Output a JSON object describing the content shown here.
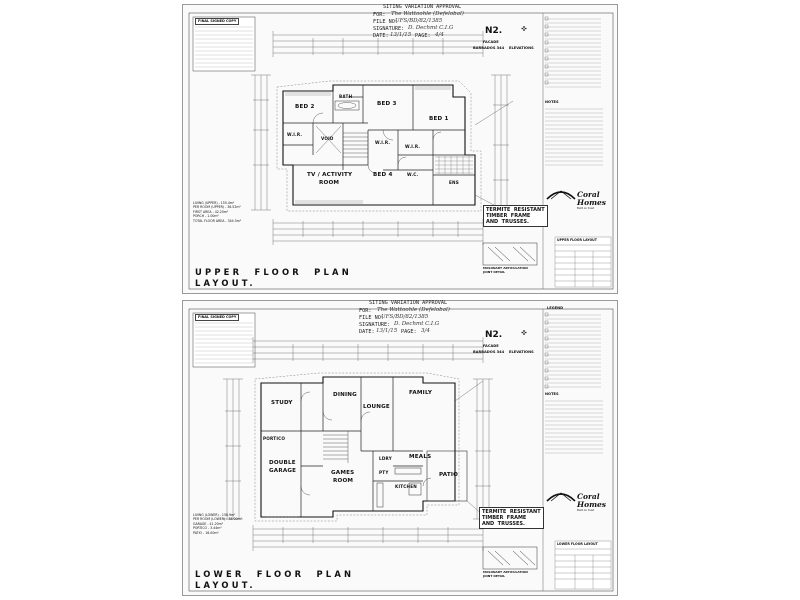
{
  "sheets": {
    "upper": {
      "approval": {
        "header": "SITING VARIATION APPROVAL",
        "for_label": "FOR:",
        "for_value": "The Wattoohle (Defelobal)",
        "file_label": "FILE NO:",
        "file_value": "UFS/BD/82/1385",
        "signature_label": "SIGNATURE:",
        "signature_value": "D. Dechmt C.I.G",
        "date_label": "DATE:",
        "date_value": "13/1/15",
        "page_label": "PAGE:",
        "page_value": "4/4"
      },
      "stamp": "FINAL SIGNED COPY",
      "model_code": "N2.",
      "model_name": "BARBADOS 344",
      "elevation_label": "ELEVATIONS",
      "facade_label": "FACADE",
      "rooms": {
        "bed2": "BED 2",
        "bath": "BATH",
        "bed3": "BED 3",
        "bed1": "BED 1",
        "void": "VOID",
        "wir1": "W.I.R.",
        "wir2": "W.I.R.",
        "tv": "TV / ACTIVITY",
        "tv2": "ROOM",
        "bed4": "BED 4",
        "ens": "ENS",
        "wc": "W.C.",
        "wir3": "W.I.R."
      },
      "title": "UPPER  FLOOR  PLAN\nLAYOUT.",
      "termite": "TERMITE  RESISTANT\nTIMBER  FRAME\nAND  TRUSSES.",
      "joint_detail": "MASONARY ARTICULATION\nJOINT DETAIL",
      "areas": "LIVING (UPPER) - 155.4m²\nPER ROOM (UPPER) - 36.52m²\nFIRST AREA - 42.20m²\nPORCH - 1.00m²\nTOTAL FLOOR AREA - 344.5m²",
      "title_block": "UPPER FLOOR LAYOUT"
    },
    "lower": {
      "approval": {
        "header": "SITING VARIATION APPROVAL",
        "for_label": "FOR:",
        "for_value": "The Wattoohle (Defelobal)",
        "file_label": "FILE NO:",
        "file_value": "UFS/BD/82/1385",
        "signature_label": "SIGNATURE:",
        "signature_value": "D. Dechmt C.I.G",
        "date_label": "DATE:",
        "date_value": "13/1/15",
        "page_label": "PAGE:",
        "page_value": "3/4"
      },
      "stamp": "FINAL SIGNED COPY",
      "model_code": "N2.",
      "model_name": "BARBADOS 344",
      "elevation_label": "ELEVATIONS",
      "facade_label": "FACADE",
      "rooms": {
        "dining": "DINING",
        "study": "STUDY",
        "lounge": "LOUNGE",
        "family": "FAMILY",
        "meals": "MEALS",
        "double": "DOUBLE",
        "garage": "GARAGE",
        "games": "GAMES",
        "games2": "ROOM",
        "kitchen": "KITCHEN",
        "patio": "PATIO",
        "portico": "PORTICO",
        "laundry": "LDRY",
        "pantry": "PTY"
      },
      "title": "LOWER  FLOOR  PLAN\nLAYOUT.",
      "termite": "TERMITE  RESISTANT\nTIMBER  FRAME\nAND  TRUSSES.",
      "joint_detail": "MASONARY ARTICULATION\nJOINT DETAIL",
      "areas": "LIVING (LOWER) - 158.9m²\nPER ROOM (LOWER) - 38.00m²\nGARAGE - 41.20m²\nPORTICO - 3.44m²\nPATIO - 16.00m²",
      "title_block": "LOWER FLOOR LAYOUT"
    }
  },
  "brand": {
    "name": "Coral\nHomes",
    "tagline": "Built on trust"
  },
  "legend_label": "LEGEND",
  "notes_label": "NOTES",
  "colors": {
    "line": "#333333",
    "paper": "#fafafa",
    "stamp_border": "#444444"
  }
}
